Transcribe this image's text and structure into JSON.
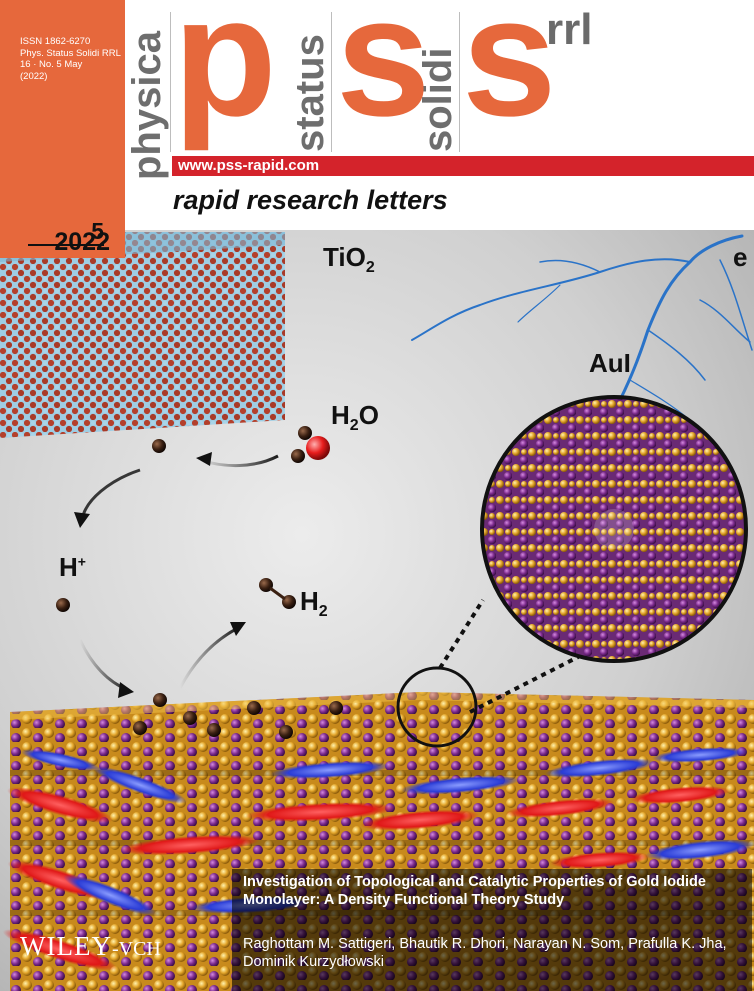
{
  "journal": {
    "issn_lines": [
      "ISSN 1862-6270",
      "Phys. Status Solidi RRL",
      "16 · No. 5 May",
      "(2022)"
    ],
    "issue_number": "5",
    "issue_year": "2022",
    "vertical_words": [
      "physica",
      "status",
      "solidi"
    ],
    "logo_letters": [
      "p",
      "s",
      "s"
    ],
    "logo_suffix": "rrl",
    "url": "www.pss-rapid.com",
    "subtitle": "rapid research letters",
    "brand_color": "#e6683c",
    "accent_color": "#d4232b"
  },
  "art": {
    "labels": {
      "tio2_main": "TiO",
      "tio2_sub": "2",
      "electron": "e",
      "aui": "AuI",
      "h2o_h": "H",
      "h2o_sub": "2",
      "h2o_o": "O",
      "hplus_main": "H",
      "hplus_sup": "+",
      "h2_main": "H",
      "h2_sub": "2"
    },
    "colors": {
      "gold": "#e3a52a",
      "iodine": "#7b2a8c",
      "titanium": "#8ec6e0",
      "oxygen": "#b23a2a",
      "hydrogen": "#3a2012",
      "lightning": "#2a73c8"
    }
  },
  "article": {
    "title": "Investigation of Topological and Catalytic Properties of Gold Iodide Monolayer: A Density Functional Theory Study",
    "authors": "Raghottam M. Sattigeri, Bhautik R. Dhori, Narayan N. Som, Prafulla K. Jha, Dominik Kurzydłowski"
  },
  "publisher": {
    "name": "WILEY",
    "suffix": "-VCH"
  }
}
